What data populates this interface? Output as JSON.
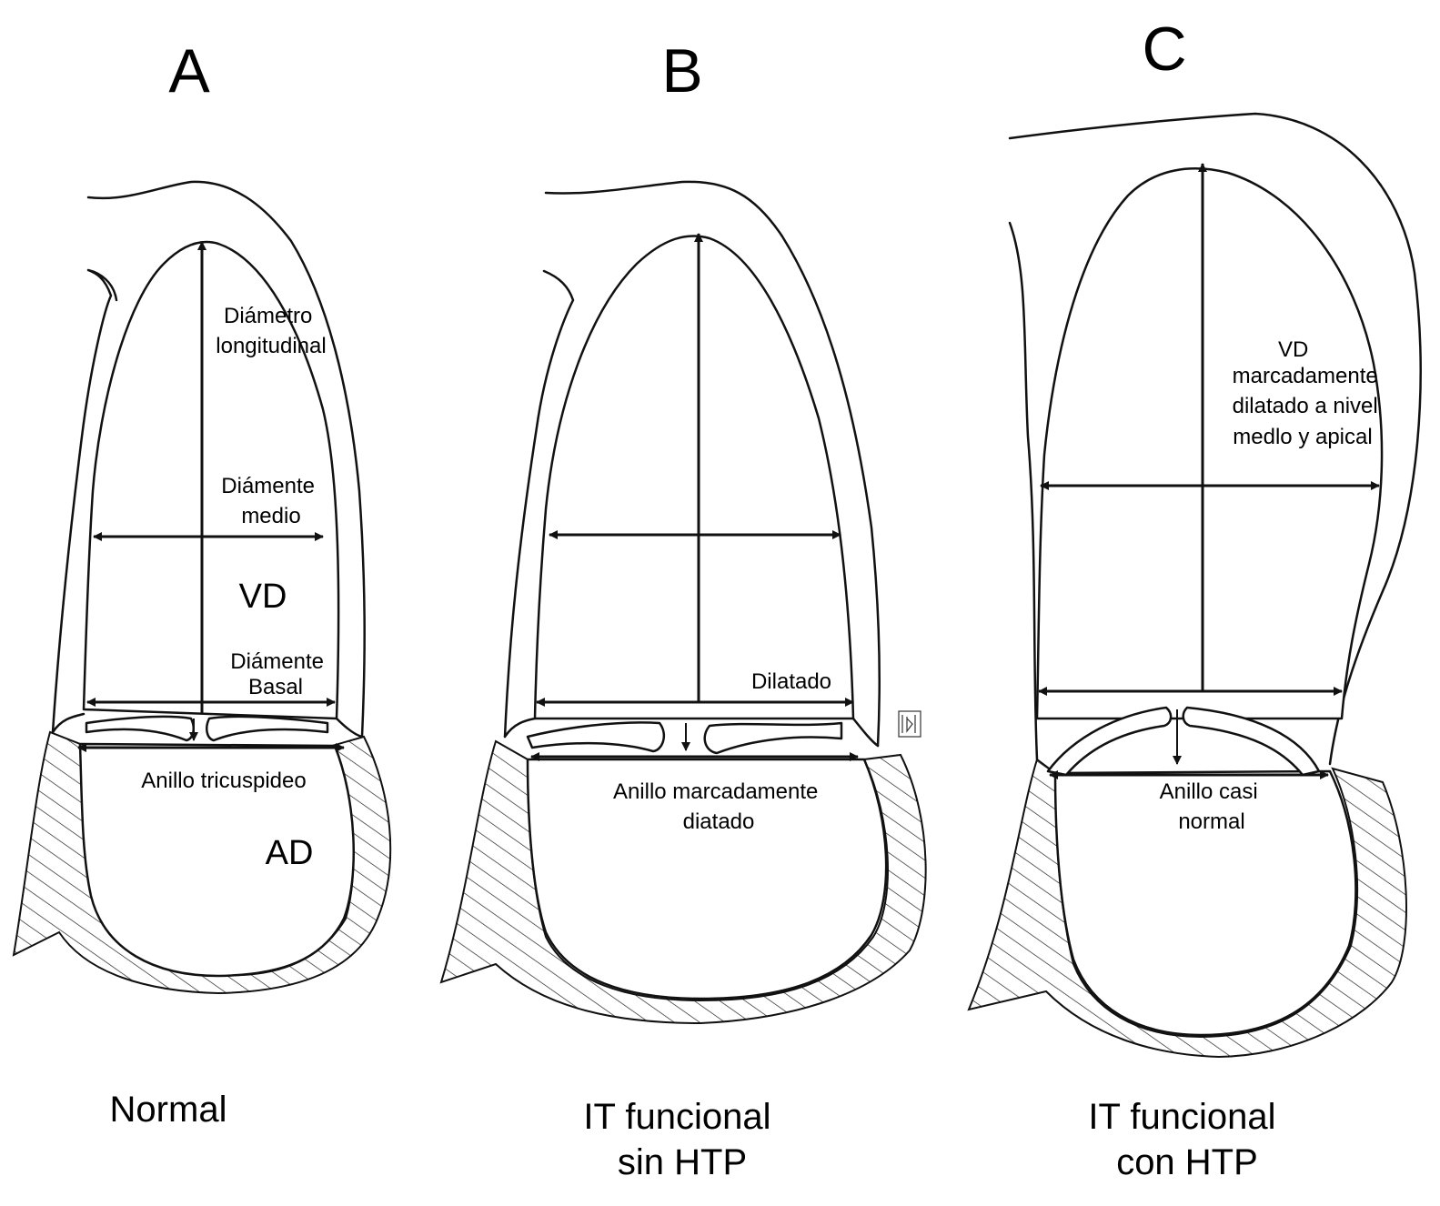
{
  "panels": [
    {
      "letter": "A",
      "caption": [
        "Normal"
      ],
      "annotations": {
        "long_diameter": [
          "Diámetro",
          "longitudinal"
        ],
        "mid_diameter": [
          "Diámente",
          "medio"
        ],
        "basal_diameter": [
          "Diámente",
          "Basal"
        ],
        "annulus": [
          "Anillo tricuspideo"
        ],
        "rv": "VD",
        "ra": "AD"
      }
    },
    {
      "letter": "B",
      "caption": [
        "IT funcional",
        "sin HTP"
      ],
      "annotations": {
        "basal_diameter": [
          "Dilatado"
        ],
        "annulus": [
          "Anillo marcadamente",
          "diatado"
        ]
      }
    },
    {
      "letter": "C",
      "caption": [
        "IT funcional",
        "con HTP"
      ],
      "annotations": {
        "rv_note": [
          "VD",
          "marcadamente",
          "dilatado a nivel",
          "medlo y apical"
        ],
        "annulus": [
          "Anillo casi",
          "normal"
        ]
      }
    }
  ]
}
